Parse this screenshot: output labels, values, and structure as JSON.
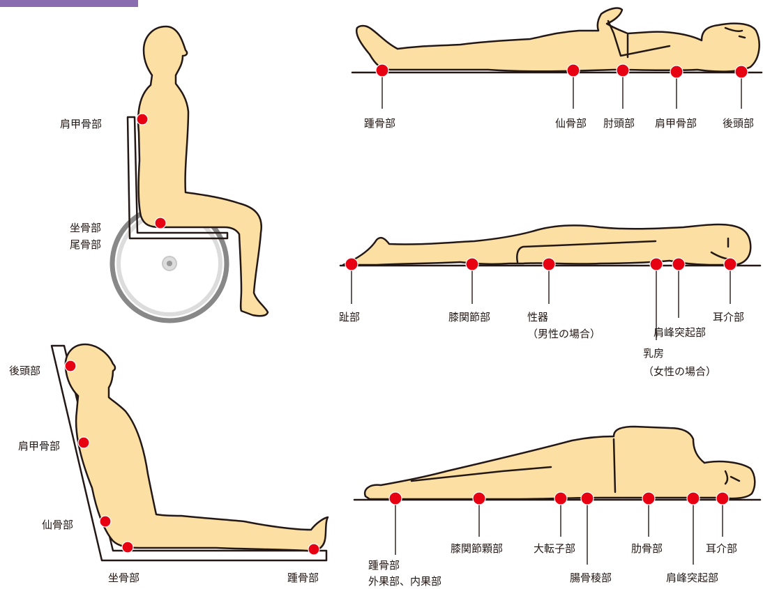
{
  "colors": {
    "accent_bar": "#8A6CB0",
    "skin": "#FBDFA3",
    "outline": "#231815",
    "pressure_point": "#E60012",
    "wheel_outer": "#888888",
    "wheel_inner": "#DCDCDC"
  },
  "figures": {
    "sitting_wheelchair": {
      "labels": {
        "scapula": "肩甲骨部",
        "ischium": "坐骨部",
        "coccyx": "尾骨部"
      }
    },
    "supine": {
      "labels": {
        "heel": "踵骨部",
        "sacrum": "仙骨部",
        "elbow": "肘頭部",
        "scapula": "肩甲骨部",
        "occiput": "後頭部"
      }
    },
    "prone": {
      "labels": {
        "toe": "趾部",
        "knee": "膝関節部",
        "genital_1": "性器",
        "genital_2": "（男性の場合）",
        "breast_1": "乳房",
        "breast_2": "（女性の場合）",
        "acromion": "肩峰突起部",
        "ear": "耳介部"
      }
    },
    "semi_fowler": {
      "labels": {
        "occiput": "後頭部",
        "scapula": "肩甲骨部",
        "sacrum": "仙骨部",
        "ischium": "坐骨部",
        "heel": "踵骨部"
      }
    },
    "lateral": {
      "labels": {
        "heel_1": "踵骨部",
        "heel_2": "外果部、内果部",
        "knee_condyle": "膝関節顆部",
        "trochanter": "大転子部",
        "iliac": "腸骨稜部",
        "rib": "肋骨部",
        "acromion": "肩峰突起部",
        "ear": "耳介部"
      }
    }
  }
}
